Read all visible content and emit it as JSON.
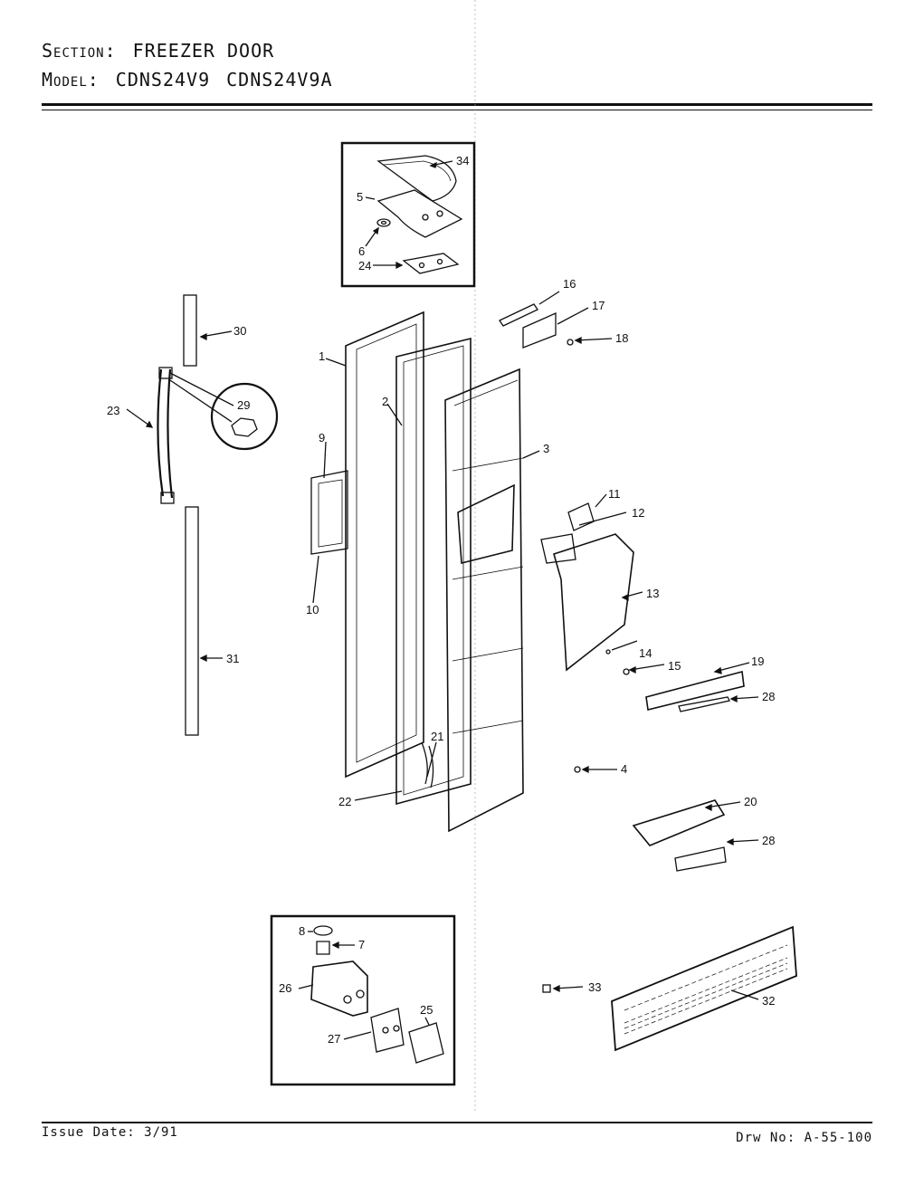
{
  "header": {
    "section_label": "Section:",
    "section_value": "FREEZER DOOR",
    "model_label": "Model:",
    "models": [
      "CDNS24V9",
      "CDNS24V9A"
    ]
  },
  "footer": {
    "issue_date": "Issue Date: 3/91",
    "drawing_no": "Drw No: A-55-100"
  },
  "callouts": [
    "1",
    "2",
    "3",
    "4",
    "5",
    "6",
    "7",
    "8",
    "9",
    "10",
    "11",
    "12",
    "13",
    "14",
    "15",
    "16",
    "17",
    "18",
    "19",
    "20",
    "21",
    "22",
    "23",
    "24",
    "25",
    "26",
    "27",
    "28",
    "28",
    "29",
    "30",
    "31",
    "32",
    "33",
    "34"
  ]
}
